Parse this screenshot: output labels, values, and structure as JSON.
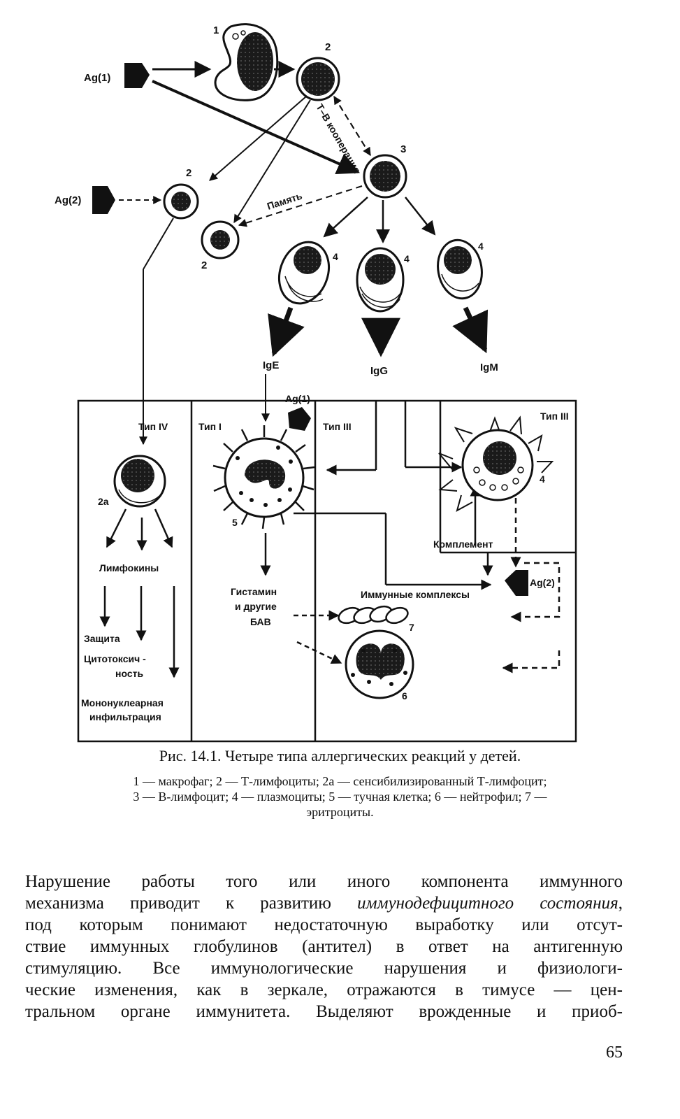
{
  "figure": {
    "labels": {
      "ag1_top": "Ag(1)",
      "ag2_left": "Ag(2)",
      "ag1_box": "Ag(1)",
      "ag2_box": "Ag(2)",
      "tb_cooperation": "Т–В кооперация",
      "memory": "Память",
      "ige": "IgE",
      "igg": "IgG",
      "igm": "IgM",
      "type4": "Тип IV",
      "type1": "Тип I",
      "type3_mid": "Тип III",
      "type3_right": "Тип III",
      "lymphokines": "Лимфокины",
      "protection": "Защита",
      "cytotox_1": "Цитотоксич -",
      "cytotox_2": "ность",
      "mono_1": "Мононуклеарная",
      "mono_2": "инфильтрация",
      "histamine_1": "Гистамин",
      "histamine_2": "и другие",
      "histamine_3": "БАВ",
      "complement": "Комплемент",
      "immune_complexes": "Иммунные комплексы"
    },
    "numbers": {
      "macrophage": "1",
      "tcell_top": "2",
      "tcell_left": "2",
      "tcell_mid": "2",
      "bcell": "3",
      "plasma_left": "4",
      "plasma_mid": "4",
      "plasma_right": "4",
      "sens_t": "2а",
      "mast_cell": "5",
      "neutrophil": "6",
      "erythrocytes": "7",
      "complement_cell": "4"
    }
  },
  "caption": {
    "title": "Рис. 14.1. Четыре типа аллергических реакций у детей.",
    "legend_line1": "1 — макрофаг; 2 — Т-лимфоциты; 2а — сенсибилизированный Т-лимфоцит;",
    "legend_line2": "3 — В-лимфоцит; 4 — плазмоциты; 5 — тучная клетка; 6 — нейтрофил; 7 —",
    "legend_line3": "эритроциты."
  },
  "paragraph": {
    "l1": "Нарушение работы того или иного компонента иммунного",
    "l2a": "механизма приводит к развитию ",
    "l2b": "иммунодефицитного состояния",
    "l2c": ",",
    "l3": "под которым понимают недостаточную выработку или отсут-",
    "l4": "ствие иммунных глобулинов (антител) в ответ на антигенную",
    "l5": "стимуляцию. Все иммунологические нарушения и физиологи-",
    "l6": "ческие изменения, как в зеркале, отражаются в тимусе — цен-",
    "l7": "тральном органе иммунитета. Выделяют врожденные и приоб-"
  },
  "page_number": "65"
}
